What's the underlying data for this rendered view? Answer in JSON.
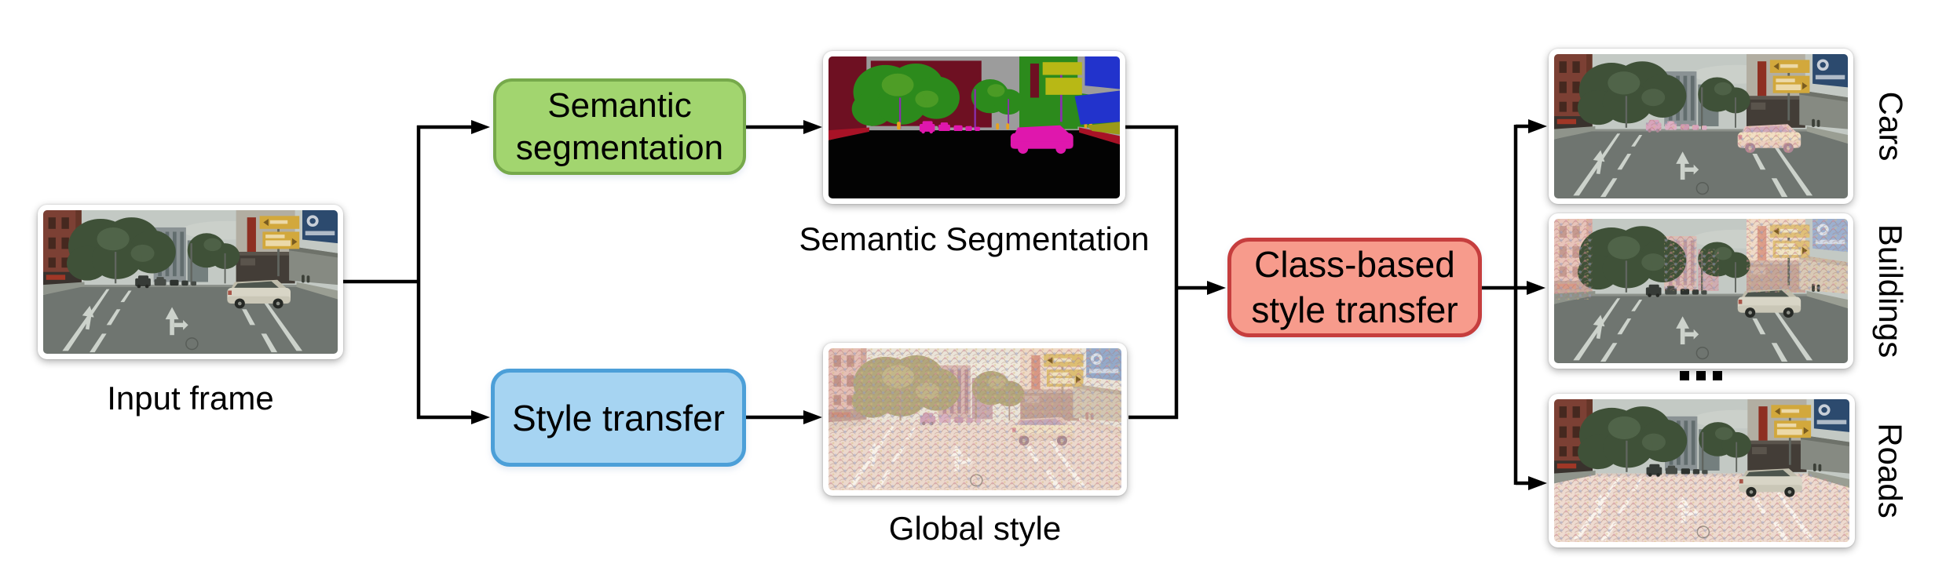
{
  "figure": {
    "input": {
      "caption": "Input frame"
    },
    "boxes": {
      "semantic_segmentation": {
        "label": "Semantic\nsegmentation",
        "fill": "#a2d56f",
        "border": "#76a94b"
      },
      "style_transfer": {
        "label": "Style transfer",
        "fill": "#a6d4f2",
        "border": "#4c9fd8"
      },
      "class_based": {
        "label": "Class-based\nstyle transfer",
        "fill": "#f79b8c",
        "border": "#c63e3e"
      }
    },
    "intermediates": {
      "segmentation": {
        "caption": "Semantic Segmentation"
      },
      "global_style": {
        "caption": "Global style"
      }
    },
    "outputs": [
      {
        "label": "Cars",
        "stylized": "cars"
      },
      {
        "label": "Buildings",
        "stylized": "buildings"
      },
      {
        "label": "Roads",
        "stylized": "roads"
      }
    ],
    "ellipsis": "...",
    "connectors": {
      "color": "#000000"
    },
    "segmentation_palette": {
      "road": "#030303",
      "sidewalk": "#a81226",
      "building": "#6e1022",
      "vegetation": "#2c8a1c",
      "sky": "#9c9c9c",
      "car": "#df17ad",
      "person": "#e8a21e",
      "pole": "#8a2fae",
      "sign_blue": "#2233cc",
      "sign_olive": "#b8b815"
    }
  }
}
